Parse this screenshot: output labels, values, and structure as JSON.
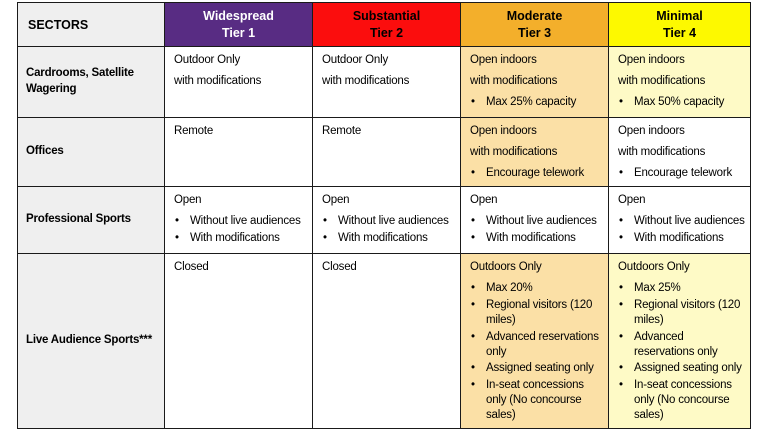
{
  "colors": {
    "tier1_header": "#582C83",
    "tier1_text": "#FFFFFF",
    "tier2_header": "#FB0D0D",
    "tier3_header": "#F3AF2B",
    "tier4_header": "#FDF900",
    "tier3_cell": "#FBE0A6",
    "tier4_cell": "#FEFAC6",
    "sector_col": "#EFEFEF"
  },
  "table": {
    "header": [
      {
        "line1": "SECTORS",
        "line2": ""
      },
      {
        "line1": "Widespread",
        "line2": "Tier 1"
      },
      {
        "line1": "Substantial",
        "line2": "Tier 2"
      },
      {
        "line1": "Moderate",
        "line2": "Tier 3"
      },
      {
        "line1": "Minimal",
        "line2": "Tier 4"
      }
    ],
    "rows": [
      {
        "sector": "Cardrooms, Satellite Wagering",
        "cells": [
          {
            "bg": "white",
            "lines": [
              "Outdoor Only",
              "with modifications"
            ],
            "bullets": []
          },
          {
            "bg": "white",
            "lines": [
              "Outdoor Only",
              "with modifications"
            ],
            "bullets": []
          },
          {
            "bg": "tier3",
            "lines": [
              "Open indoors",
              "with modifications"
            ],
            "bullets": [
              "Max 25% capacity"
            ]
          },
          {
            "bg": "tier4",
            "lines": [
              "Open indoors",
              "with modifications"
            ],
            "bullets": [
              "Max 50% capacity"
            ]
          }
        ]
      },
      {
        "sector": "Offices",
        "cells": [
          {
            "bg": "white",
            "lines": [
              "Remote"
            ],
            "bullets": []
          },
          {
            "bg": "white",
            "lines": [
              "Remote"
            ],
            "bullets": []
          },
          {
            "bg": "tier3",
            "lines": [
              "Open indoors",
              "with modifications"
            ],
            "bullets": [
              "Encourage telework"
            ]
          },
          {
            "bg": "white",
            "lines": [
              "Open indoors",
              "with modifications"
            ],
            "bullets": [
              "Encourage telework"
            ]
          }
        ]
      },
      {
        "sector": "Professional Sports",
        "cells": [
          {
            "bg": "white",
            "lines": [
              "Open"
            ],
            "bullets": [
              "Without live audiences",
              "With modifications"
            ]
          },
          {
            "bg": "white",
            "lines": [
              "Open"
            ],
            "bullets": [
              "Without live audiences",
              "With modifications"
            ]
          },
          {
            "bg": "white",
            "lines": [
              "Open"
            ],
            "bullets": [
              "Without live audiences",
              "With modifications"
            ]
          },
          {
            "bg": "white",
            "lines": [
              "Open"
            ],
            "bullets": [
              "Without live audiences",
              "With modifications"
            ]
          }
        ]
      },
      {
        "sector": "Live Audience Sports***",
        "cells": [
          {
            "bg": "white",
            "lines": [
              "Closed"
            ],
            "bullets": []
          },
          {
            "bg": "white",
            "lines": [
              "Closed"
            ],
            "bullets": []
          },
          {
            "bg": "tier3",
            "lines": [
              "Outdoors Only"
            ],
            "bullets": [
              "Max 20%",
              "Regional visitors (120 miles)",
              "Advanced reservations only",
              "Assigned seating only",
              "In-seat concessions only (No concourse sales)"
            ]
          },
          {
            "bg": "tier4",
            "lines": [
              "Outdoors Only"
            ],
            "bullets": [
              "Max 25%",
              "Regional visitors (120 miles)",
              "Advanced reservations only",
              "Assigned seating only",
              "In-seat concessions only (No concourse sales)"
            ]
          }
        ]
      }
    ]
  }
}
